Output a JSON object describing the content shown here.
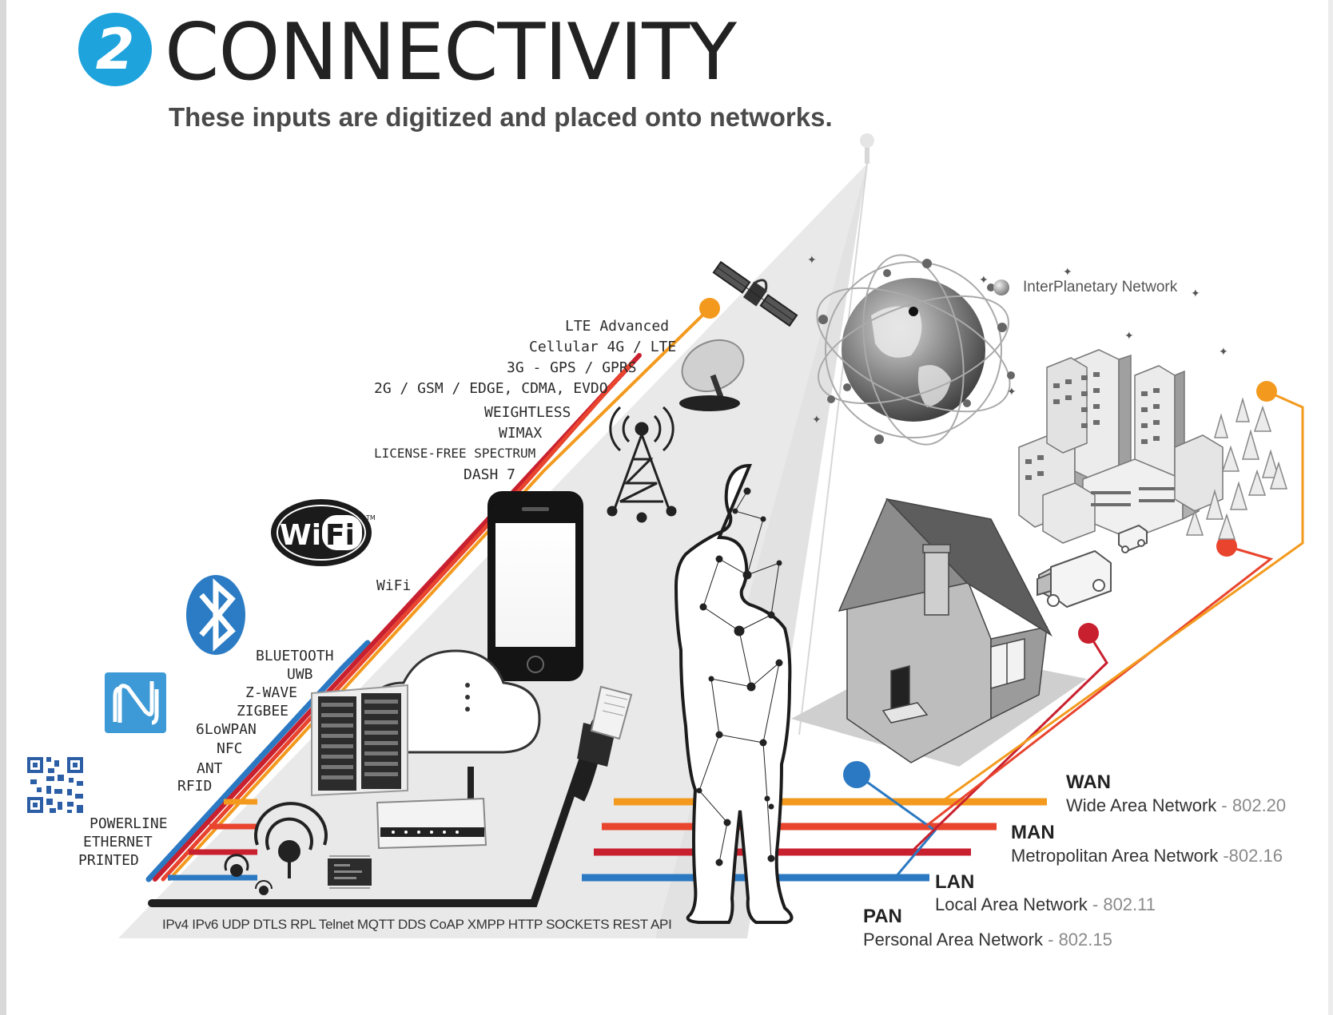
{
  "header": {
    "badge_number": "2",
    "title": "CONNECTIVITY",
    "subtitle": "These inputs are digitized and placed onto networks."
  },
  "wireless_labels": [
    "LTE Advanced",
    "Cellular 4G / LTE",
    "3G - GPS / GPRS",
    "2G / GSM / EDGE, CDMA, EVDO",
    "WEIGHTLESS",
    "WIMAX",
    "LICENSE-FREE SPECTRUM",
    "DASH 7",
    "WiFi"
  ],
  "short_range_labels": [
    "BLUETOOTH",
    "UWB",
    "Z-WAVE",
    "ZIGBEE",
    "6LoWPAN",
    "NFC",
    "ANT",
    "RFID"
  ],
  "wired_labels": [
    "POWERLINE",
    "ETHERNET",
    "PRINTED"
  ],
  "protocols": "IPv4 IPv6 UDP DTLS RPL Telnet MQTT DDS CoAP XMPP HTTP SOCKETS REST API",
  "interplanetary": "InterPlanetary Network",
  "logos": {
    "wifi_wi": "Wi",
    "wifi_fi": "Fi",
    "wifi_tm": "TM"
  },
  "networks": [
    {
      "abbr": "WAN",
      "name": "Wide Area Network",
      "code": "- 802.20",
      "color": "#f39a1e"
    },
    {
      "abbr": "MAN",
      "name": "Metropolitan Area Network",
      "code": "-802.16",
      "color": "#e8442e"
    },
    {
      "abbr": "LAN",
      "name": "Local Area Network",
      "code": "- 802.11",
      "color": "#c9202f"
    },
    {
      "abbr": "PAN",
      "name": "Personal Area Network",
      "code": "- 802.15",
      "color": "#2b79c2"
    }
  ],
  "colors": {
    "accent_blue": "#1ea3dd",
    "wan_orange": "#f39a1e",
    "man_red": "#e8442e",
    "lan_crimson": "#c9202f",
    "pan_blue": "#2b79c2",
    "wired_black": "#1f1f1f"
  },
  "icons": [
    "satellite-icon",
    "satellite-dish-icon",
    "cell-tower-icon",
    "globe-icon",
    "city-buildings-icon",
    "delivery-truck-icon",
    "house-icon",
    "person-network-icon",
    "smartphone-icon",
    "wifi-logo-icon",
    "bluetooth-logo-icon",
    "nfc-logo-icon",
    "qr-code-icon",
    "server-rack-icon",
    "cloud-icon",
    "router-icon",
    "ethernet-cable-icon",
    "rfid-chip-icon",
    "signal-waves-icon"
  ]
}
